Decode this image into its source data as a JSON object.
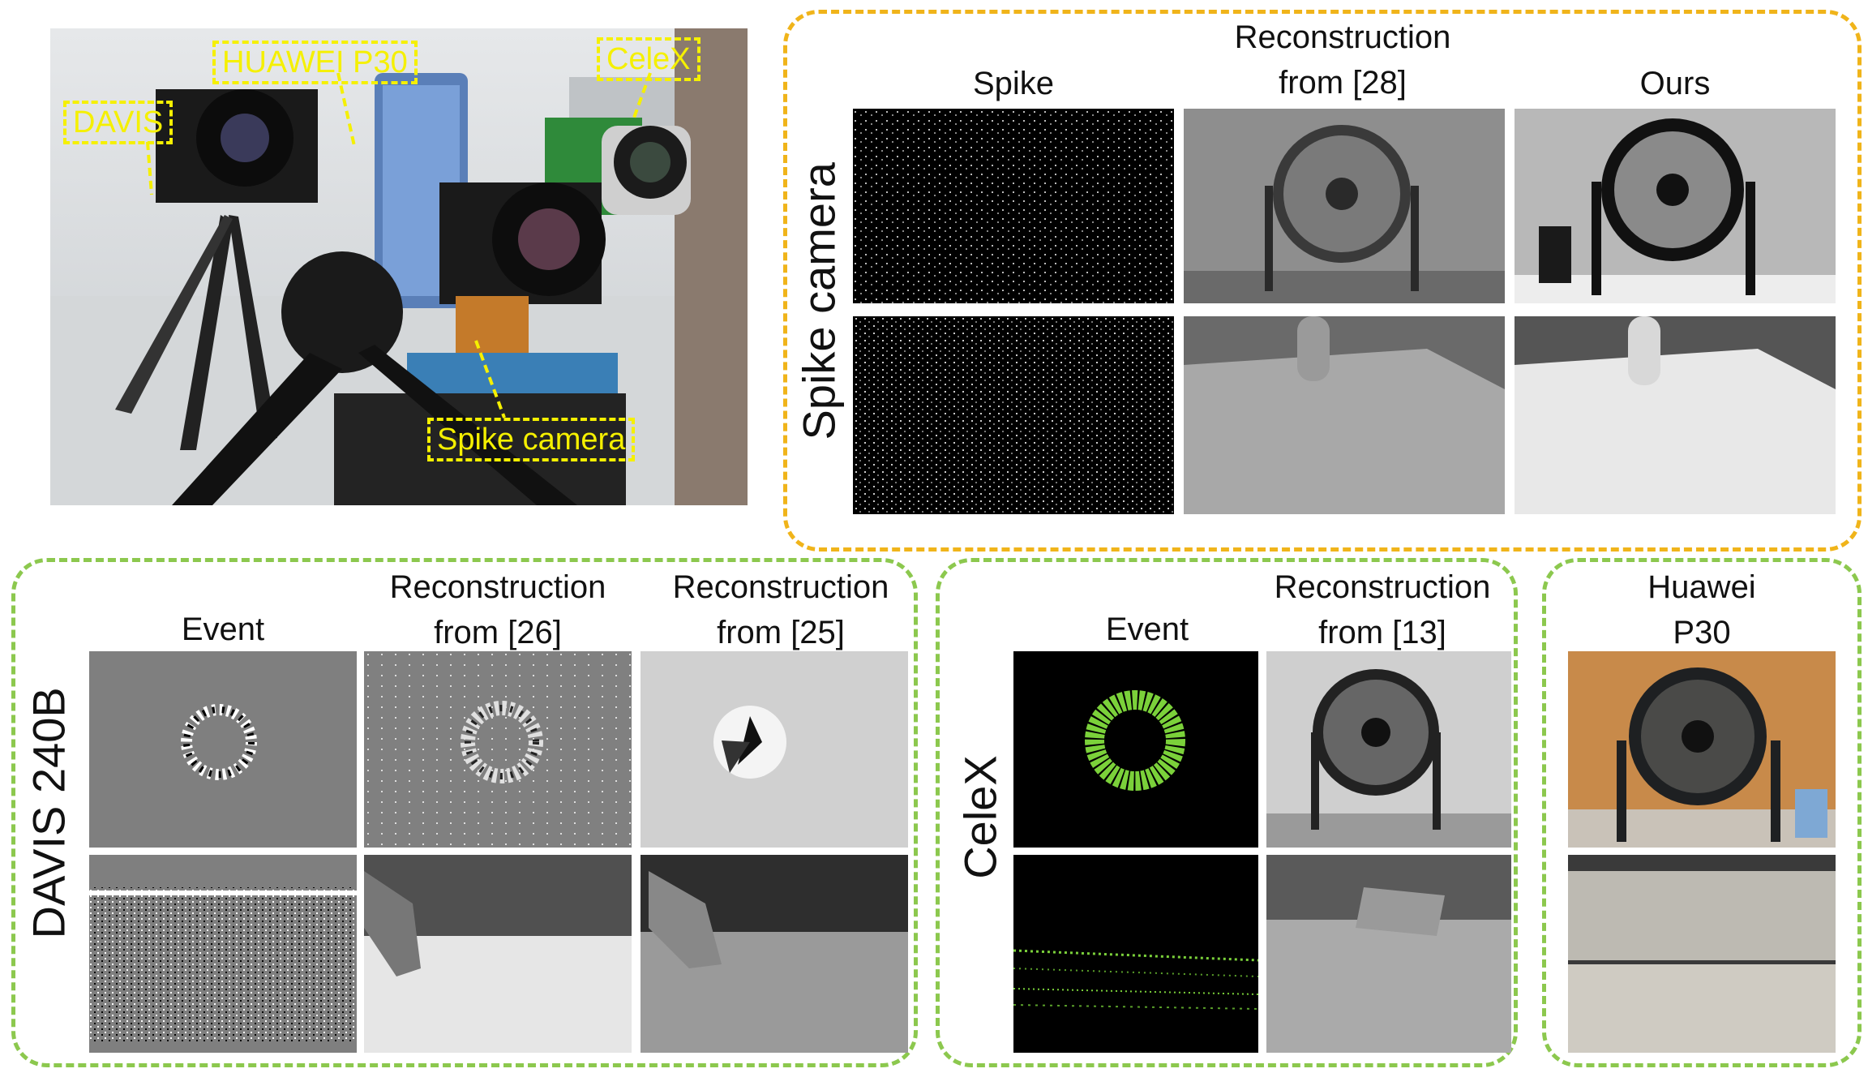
{
  "setup": {
    "labels": {
      "davis": "DAVIS",
      "huawei": "HUAWEI P30",
      "celex": "CeleX",
      "spike": "Spike camera"
    }
  },
  "spike_panel": {
    "side_label": "Spike camera",
    "columns": [
      "Spike",
      "Reconstruction\nfrom [28]",
      "Ours"
    ]
  },
  "davis_panel": {
    "side_label": "DAVIS 240B",
    "columns": [
      "Event",
      "Reconstruction\nfrom [26]",
      "Reconstruction\nfrom [25]"
    ]
  },
  "celex_panel": {
    "side_label": "CeleX",
    "columns": [
      "Event",
      "Reconstruction\nfrom [13]"
    ]
  },
  "huawei_panel": {
    "columns": [
      "Huawei\nP30"
    ]
  },
  "colors": {
    "orange_frame": "#f0b41a",
    "green_frame": "#8cc84e",
    "label_yellow": "#f5f000",
    "event_green": "#7bd13a"
  }
}
